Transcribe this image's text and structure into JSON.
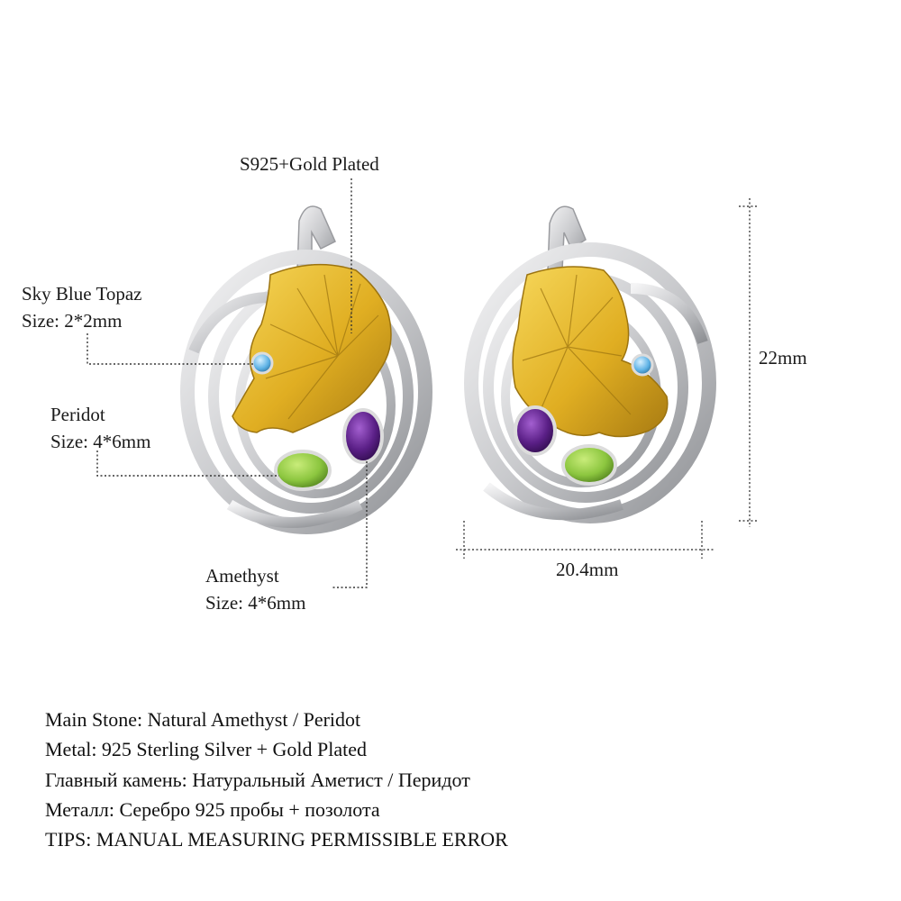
{
  "callouts": {
    "metal": "S925+Gold Plated",
    "topaz_name": "Sky Blue Topaz",
    "topaz_size": "Size: 2*2mm",
    "peridot_name": "Peridot",
    "peridot_size": "Size: 4*6mm",
    "amethyst_name": "Amethyst",
    "amethyst_size": "Size: 4*6mm"
  },
  "dimensions": {
    "height": "22mm",
    "width": "20.4mm"
  },
  "specs": [
    "Main Stone: Natural Amethyst / Peridot",
    "Metal: 925 Sterling Silver + Gold Plated",
    "Главный камень: Натуральный Аметист / Перидот",
    "Металл: Серебро 925 пробы + позолота",
    "TIPS: MANUAL MEASURING PERMISSIBLE ERROR"
  ],
  "colors": {
    "silver": "#d9dadc",
    "gold": "#e3b526",
    "amethyst": "#5a1f86",
    "peridot": "#8cc63f",
    "topaz": "#5fb3e6"
  }
}
